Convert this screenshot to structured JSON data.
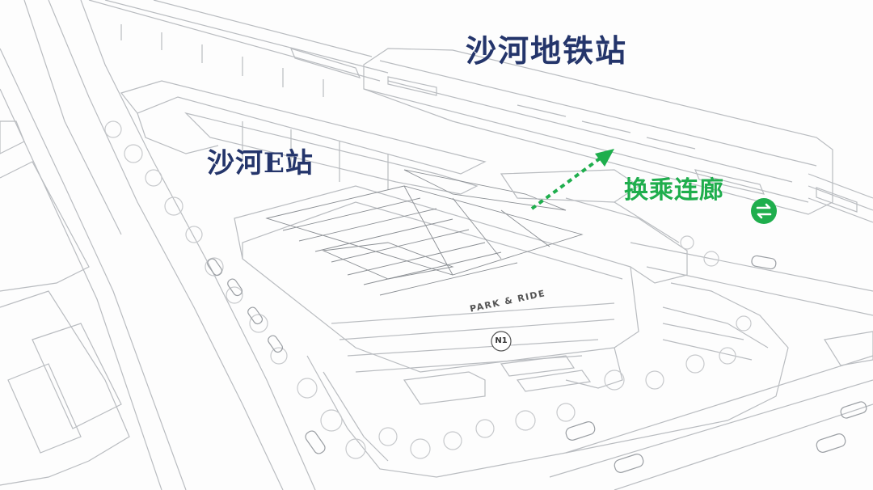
{
  "labels": {
    "subway_station": "沙河地铁站",
    "e_station": "沙河E站",
    "transfer_corridor": "换乘连廊",
    "park_ride_sign": "PARK & RIDE",
    "building_number": "N1"
  },
  "icons": {
    "transfer": "transfer-arrows-icon",
    "direction": "dotted-arrow-icon"
  },
  "colors": {
    "title_blue": "#24356b",
    "transfer_green": "#1fae4d",
    "line": "#b9bcc0",
    "line_dark": "#8a8e93"
  }
}
